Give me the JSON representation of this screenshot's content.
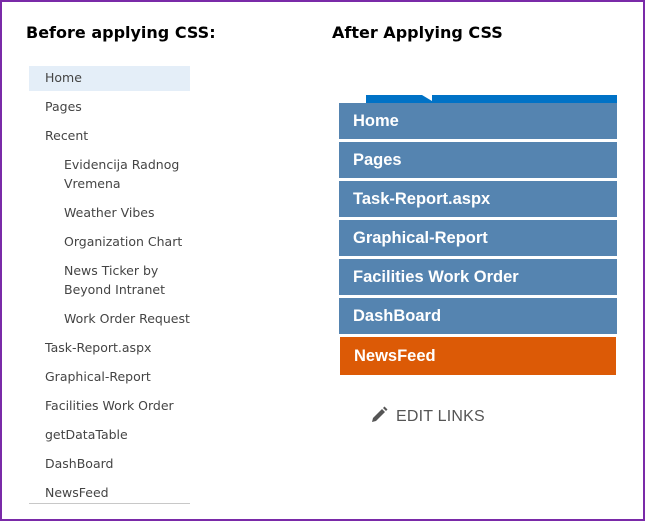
{
  "headings": {
    "before": "Before applying CSS:",
    "after": "After Applying CSS"
  },
  "before_nav": [
    {
      "label": "Home",
      "selected": true
    },
    {
      "label": "Pages"
    },
    {
      "label": "Recent"
    },
    {
      "label": "Evidencija Radnog",
      "line2": "Vremena",
      "child": true
    },
    {
      "label": "Weather Vibes",
      "child": true
    },
    {
      "label": "Organization Chart",
      "child": true
    },
    {
      "label": "News Ticker by",
      "line2": "Beyond Intranet",
      "child": true
    },
    {
      "label": "Work Order Request",
      "child": true
    },
    {
      "label": "Task-Report.aspx"
    },
    {
      "label": "Graphical-Report"
    },
    {
      "label": "Facilities Work Order"
    },
    {
      "label": "getDataTable"
    },
    {
      "label": "DashBoard"
    },
    {
      "label": "NewsFeed"
    }
  ],
  "after_nav": [
    {
      "label": "Home"
    },
    {
      "label": "Pages"
    },
    {
      "label": "Task-Report.aspx"
    },
    {
      "label": "Graphical-Report"
    },
    {
      "label": "Facilities Work Order"
    },
    {
      "label": "DashBoard"
    },
    {
      "label": "NewsFeed",
      "active": true
    }
  ],
  "edit_links": {
    "label": "EDIT LINKS",
    "icon": "pencil-icon"
  },
  "colors": {
    "frame_border": "#7a2aa8",
    "nav_blue": "#5584b0",
    "nav_active": "#dc5a06",
    "top_strip": "#0072c6",
    "selected_bg": "#e4eef8"
  }
}
